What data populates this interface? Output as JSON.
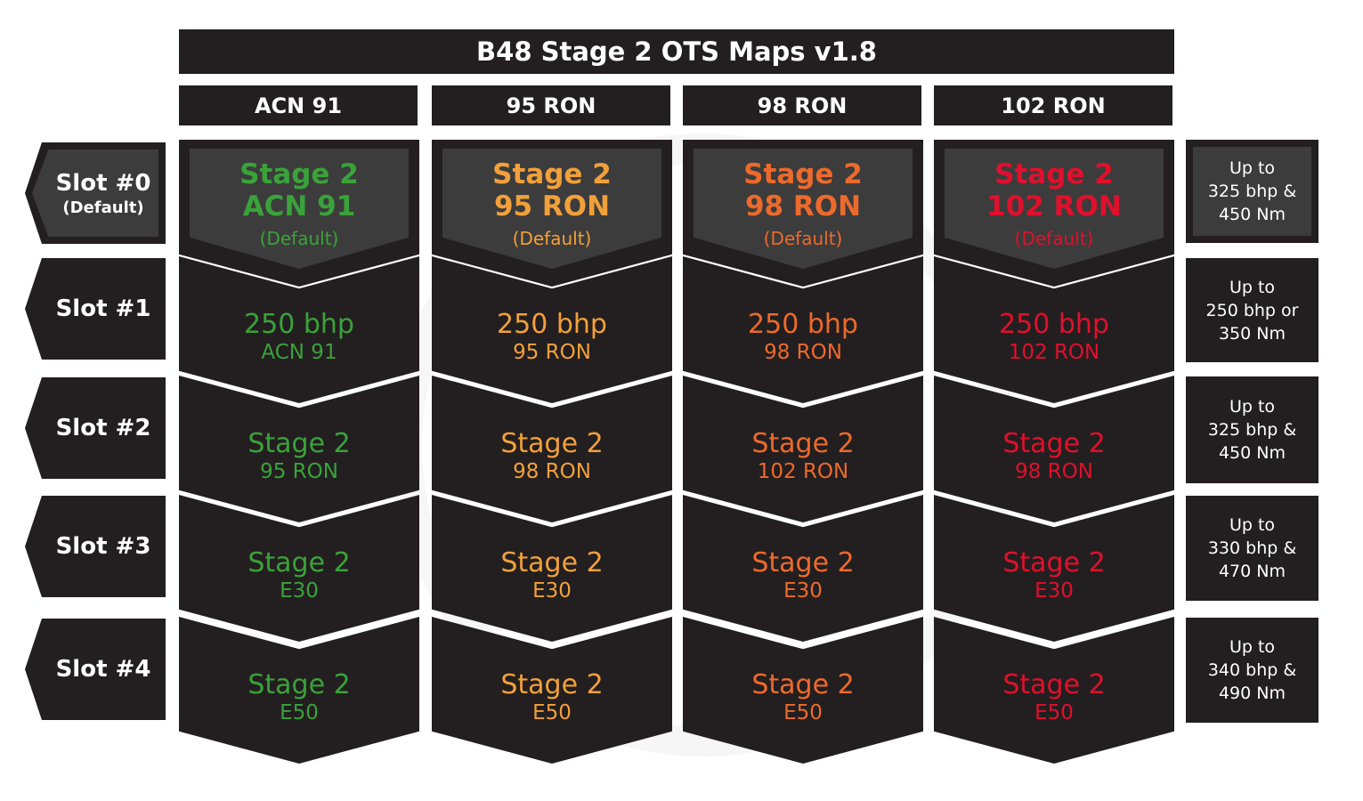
{
  "title": "B48 Stage 2 OTS Maps v1.8",
  "columns": [
    {
      "label": "ACN 91",
      "color": "#3aa23a"
    },
    {
      "label": "95 RON",
      "color": "#f2a03a"
    },
    {
      "label": "98 RON",
      "color": "#ec6a2c"
    },
    {
      "label": "102 RON",
      "color": "#e0102c"
    }
  ],
  "slots": [
    {
      "label": "Slot #0",
      "sub": "(Default)"
    },
    {
      "label": "Slot #1",
      "sub": ""
    },
    {
      "label": "Slot #2",
      "sub": ""
    },
    {
      "label": "Slot #3",
      "sub": ""
    },
    {
      "label": "Slot #4",
      "sub": ""
    }
  ],
  "specs": [
    "Up to\n325 bhp &\n450 Nm",
    "Up to\n250 bhp or\n350 Nm",
    "Up to\n325 bhp &\n450 Nm",
    "Up to\n330 bhp &\n470 Nm",
    "Up to\n340 bhp &\n490 Nm"
  ],
  "cells": [
    [
      {
        "main": "Stage 2",
        "main2": "ACN 91",
        "sub": "(Default)"
      },
      {
        "main": "250 bhp",
        "sub": "ACN 91"
      },
      {
        "main": "Stage 2",
        "sub": "95 RON"
      },
      {
        "main": "Stage 2",
        "sub": "E30"
      },
      {
        "main": "Stage 2",
        "sub": "E50"
      }
    ],
    [
      {
        "main": "Stage 2",
        "main2": "95 RON",
        "sub": "(Default)"
      },
      {
        "main": "250 bhp",
        "sub": "95 RON"
      },
      {
        "main": "Stage 2",
        "sub": "98 RON"
      },
      {
        "main": "Stage 2",
        "sub": "E30"
      },
      {
        "main": "Stage 2",
        "sub": "E50"
      }
    ],
    [
      {
        "main": "Stage 2",
        "main2": "98 RON",
        "sub": "(Default)"
      },
      {
        "main": "250 bhp",
        "sub": "98 RON"
      },
      {
        "main": "Stage 2",
        "sub": "102 RON"
      },
      {
        "main": "Stage 2",
        "sub": "E30"
      },
      {
        "main": "Stage 2",
        "sub": "E50"
      }
    ],
    [
      {
        "main": "Stage 2",
        "main2": "102 RON",
        "sub": "(Default)"
      },
      {
        "main": "250 bhp",
        "sub": "102 RON"
      },
      {
        "main": "Stage 2",
        "sub": "98 RON"
      },
      {
        "main": "Stage 2",
        "sub": "E30"
      },
      {
        "main": "Stage 2",
        "sub": "E50"
      }
    ]
  ]
}
